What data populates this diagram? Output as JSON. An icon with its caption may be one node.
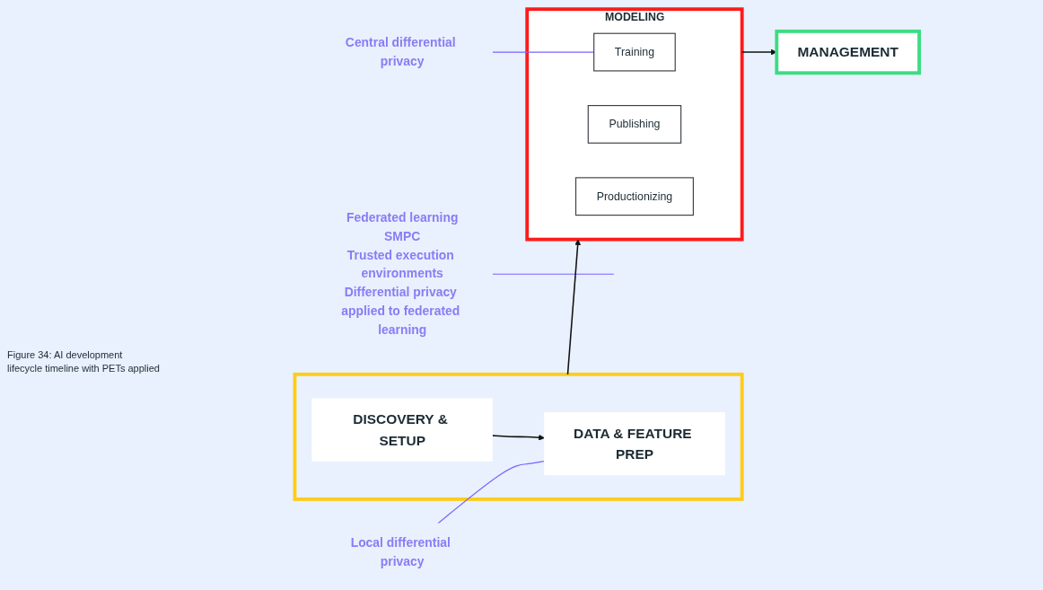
{
  "diagram": {
    "caption": "Figure 34: AI development lifecycle timeline with PETs applied",
    "nodes": [
      {
        "text": [],
        "shape": "box"
      },
      {
        "text": [
          "DISCOVERY & SETUP"
        ],
        "in": 0
      },
      {
        "text": [
          "DATA & FEATURE PREP"
        ],
        "in": 0
      },
      {
        "text": [
          "MODELING"
        ]
      },
      {
        "text": [
          "Training"
        ],
        "in": 3
      },
      {
        "text": [
          "Publishing"
        ],
        "in": 3
      },
      {
        "text": [
          "Productionizing"
        ],
        "in": 3
      },
      {
        "text": [
          "MANAGEMENT"
        ]
      },
      {
        "text": [
          "Local differential privacy"
        ]
      },
      {
        "text": [
          "Federated learning",
          "SMPC",
          "Trusted execution environments",
          "Differential privacy applied to federated learning"
        ]
      },
      {
        "text": [
          "Central differential privacy"
        ]
      }
    ],
    "edges": [
      {
        "from": 1,
        "to": 2,
        "arrow": "to"
      },
      {
        "from": 0,
        "to": 3,
        "arrow": "to"
      },
      {
        "from": 3,
        "to": 7,
        "arrow": "to"
      },
      {
        "from": 8,
        "to": 2,
        "arrow": "none",
        "color": "#7b61ff"
      },
      {
        "from": 9,
        "to": null,
        "arrow": "none",
        "color": "#7b61ff"
      },
      {
        "from": 10,
        "to": 4,
        "arrow": "none",
        "color": "#7b61ff"
      }
    ]
  }
}
